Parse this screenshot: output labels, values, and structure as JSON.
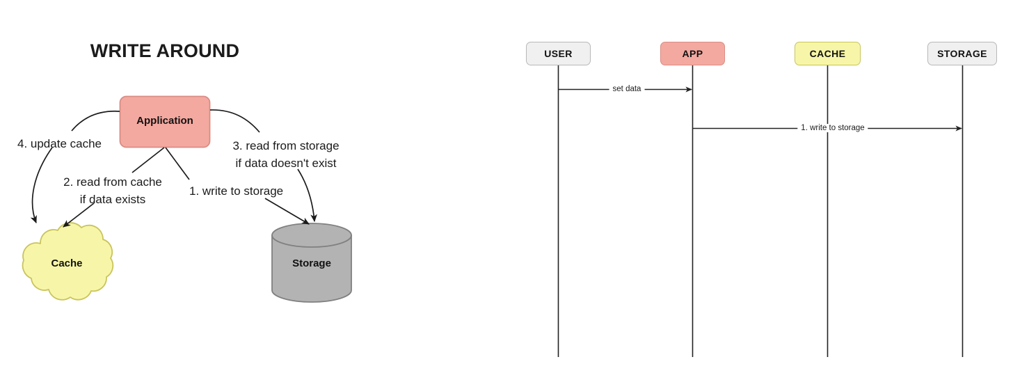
{
  "left_diagram": {
    "title": "WRITE AROUND",
    "nodes": [
      {
        "id": "application",
        "label": "Application",
        "shape": "rounded-rect",
        "fill": "#f4a9a0",
        "stroke": "#d98c84"
      },
      {
        "id": "cache",
        "label": "Cache",
        "shape": "cloud",
        "fill": "#f7f6a8",
        "stroke": "#c9c45c"
      },
      {
        "id": "storage",
        "label": "Storage",
        "shape": "cylinder",
        "fill": "#b3b3b3",
        "stroke": "#808080"
      }
    ],
    "edges": [
      {
        "id": "update-cache",
        "label": "4. update cache",
        "from": "application",
        "to": "cache",
        "style": "curve"
      },
      {
        "id": "read-cache",
        "label": "2. read from cache\nif data exists",
        "from": "application",
        "to": "cache",
        "style": "straight"
      },
      {
        "id": "write-storage",
        "label": "1. write to storage",
        "from": "application",
        "to": "storage",
        "style": "straight"
      },
      {
        "id": "read-storage",
        "label": "3. read from storage\nif data doesn't exist",
        "from": "application",
        "to": "storage",
        "style": "curve"
      }
    ]
  },
  "sequence_diagram": {
    "actors": [
      {
        "id": "user",
        "label": "USER",
        "fill": "#f0f0f0",
        "stroke": "#b8b8b8"
      },
      {
        "id": "app",
        "label": "APP",
        "fill": "#f4a9a0",
        "stroke": "#d98c84"
      },
      {
        "id": "cache",
        "label": "CACHE",
        "fill": "#f7f6a8",
        "stroke": "#c9c45c"
      },
      {
        "id": "storage",
        "label": "STORAGE",
        "fill": "#f0f0f0",
        "stroke": "#b8b8b8"
      }
    ],
    "messages": [
      {
        "id": "set-data",
        "label": "set data",
        "from": "user",
        "to": "app"
      },
      {
        "id": "write-storage",
        "label": "1. write to storage",
        "from": "app",
        "to": "storage"
      }
    ]
  },
  "colors": {
    "background": "#ffffff",
    "line": "#1b1b1b",
    "lifeline": "#222222",
    "accent_app": "#f4a9a0",
    "accent_cache": "#f7f6a8",
    "accent_storage": "#b3b3b3"
  }
}
